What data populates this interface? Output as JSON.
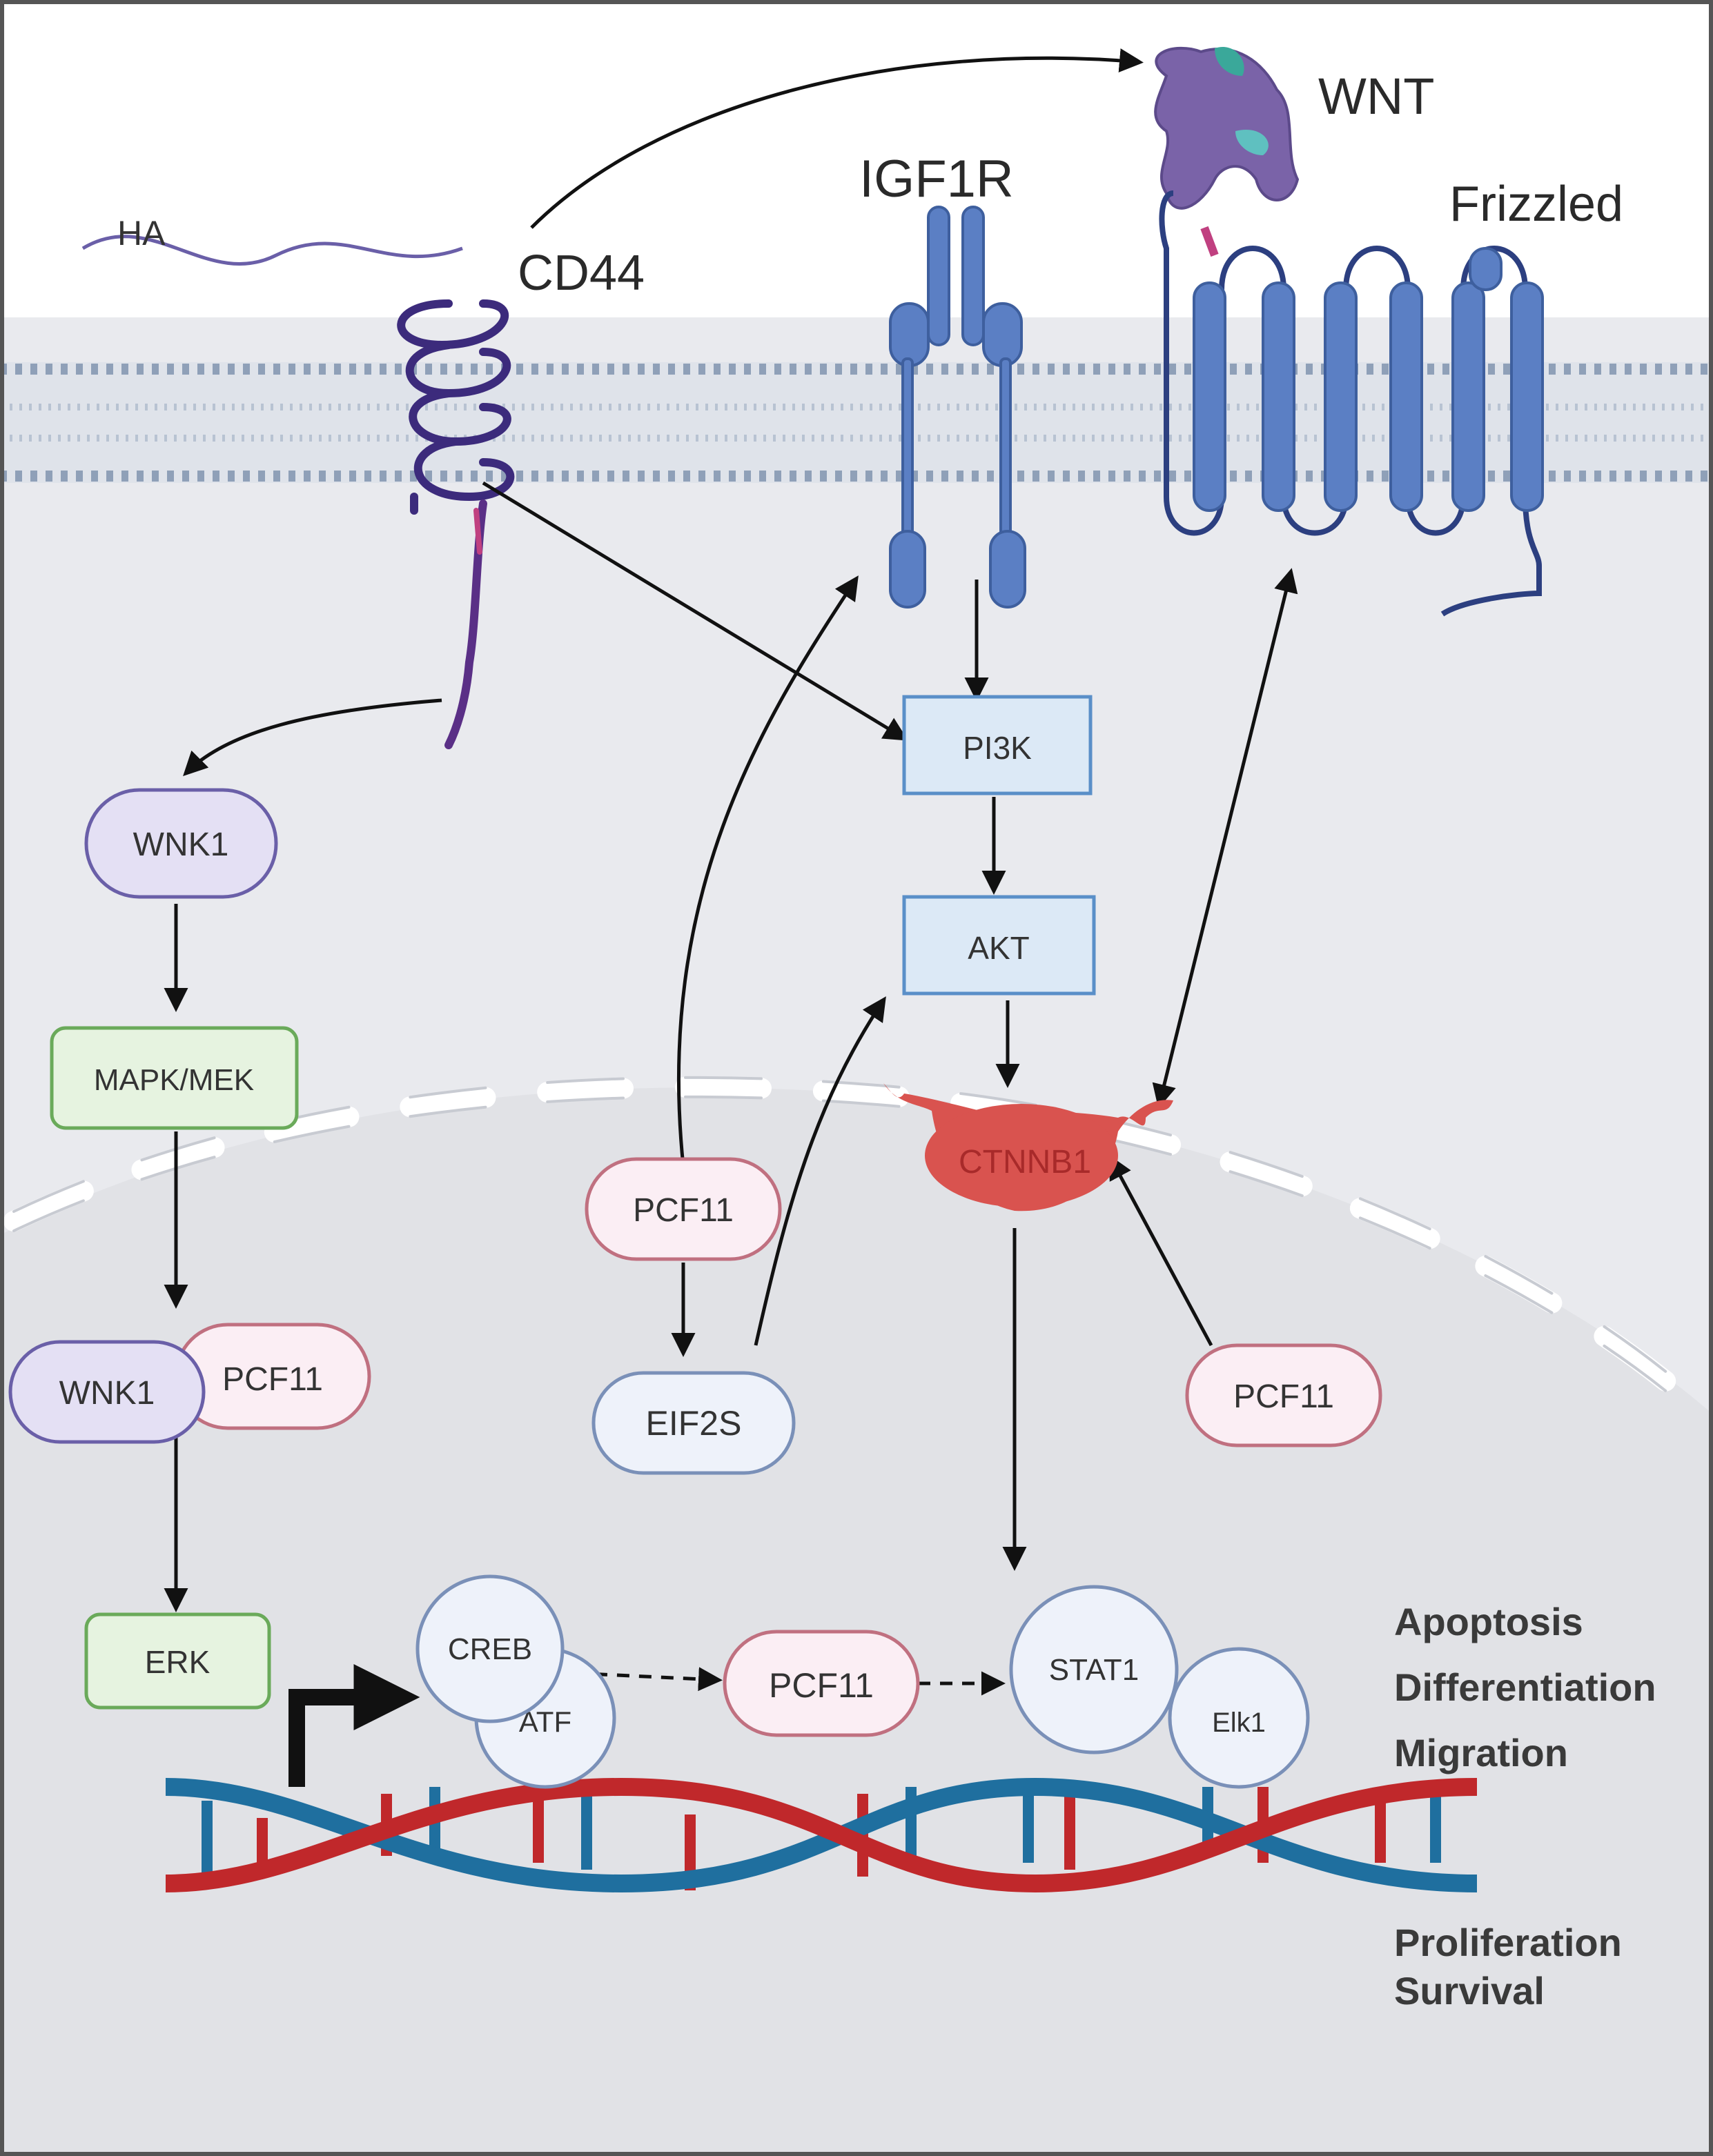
{
  "labels": {
    "ha": "HA",
    "cd44": "CD44",
    "igf1r": "IGF1R",
    "wnt": "WNT",
    "frizzled": "Frizzled",
    "pi3k": "PI3K",
    "akt": "AKT",
    "ctnnb1": "CTNNB1",
    "wnk1_top": "WNK1",
    "mapk_mek": "MAPK/MEK",
    "wnk1_bottom": "WNK1",
    "pcf11_wnk": "PCF11",
    "erk": "ERK",
    "pcf11_center": "PCF11",
    "eif2s": "EIF2S",
    "pcf11_right": "PCF11",
    "creb": "CREB",
    "atf": "ATF",
    "pcf11_dna": "PCF11",
    "stat1": "STAT1",
    "elk1": "Elk1"
  },
  "outcomes": {
    "group1": [
      "Apoptosis",
      "Differentiation",
      "Migration"
    ],
    "group2": [
      "Proliferation",
      "Survival"
    ]
  },
  "colors": {
    "membrane": "#8fa0b8",
    "receptor_blue": "#5b7fc4",
    "cd44_purple": "#3c2b7c",
    "wnt_purple": "#7a63a8",
    "ctnnb1_red": "#d9534f",
    "wnk_fill": "#e4e0f4",
    "mapk_fill": "#e6f3e0",
    "pcf11_fill": "#fbeef4",
    "eif2s_fill": "#eef2fa",
    "pi3k_fill": "#dce9f6",
    "dna_red": "#c0282b",
    "dna_blue": "#1f6f9f"
  }
}
